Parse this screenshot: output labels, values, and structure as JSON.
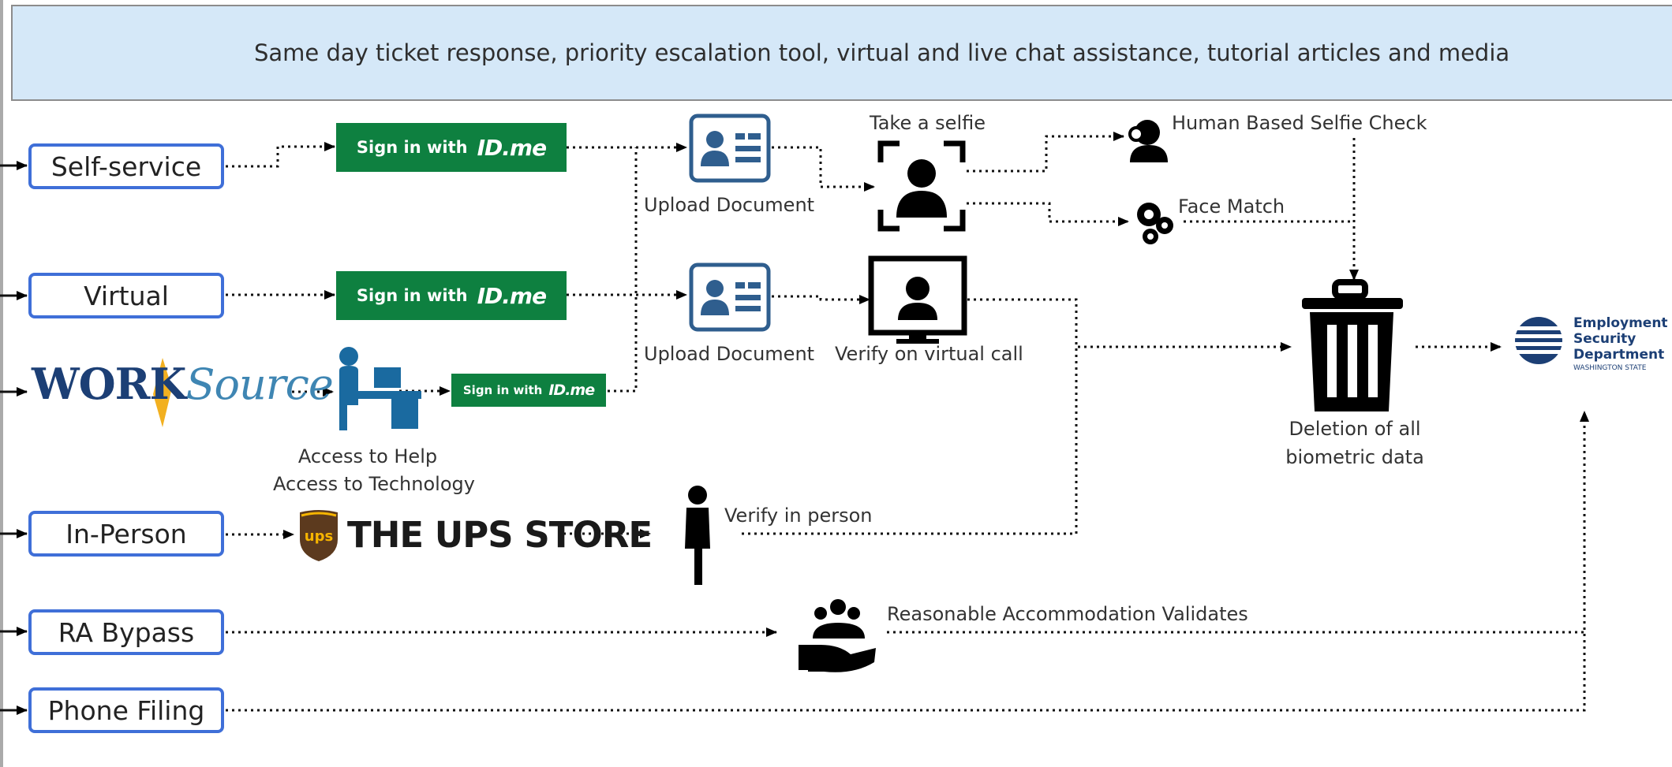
{
  "banner": {
    "text": "Same day ticket response, priority escalation tool, virtual and live chat assistance, tutorial articles and media"
  },
  "channels": {
    "self_service": "Self-service",
    "virtual": "Virtual",
    "in_person": "In-Person",
    "ra_bypass": "RA Bypass",
    "phone_filing": "Phone Filing"
  },
  "idme": {
    "prefix": "Sign in with",
    "brand": "ID.me"
  },
  "worksource": {
    "part1": "WORK",
    "part2": "Source"
  },
  "ups": {
    "text": "THE UPS STORE",
    "badge": "ups"
  },
  "labels": {
    "access_help": "Access to Help",
    "access_tech": "Access to Technology",
    "upload_doc_1": "Upload Document",
    "upload_doc_2": "Upload Document",
    "take_selfie": "Take a selfie",
    "verify_virtual": "Verify on virtual call",
    "human_selfie": "Human Based Selfie Check",
    "face_match": "Face Match",
    "verify_person": "Verify in person",
    "ra_validates": "Reasonable Accommodation Validates",
    "deletion_1": "Deletion of all",
    "deletion_2": "biometric data"
  },
  "esd": {
    "line1": "Employment",
    "line2": "Security",
    "line3": "Department",
    "line4": "WASHINGTON STATE"
  },
  "icons": [
    "id-card-icon",
    "selfie-frame-icon",
    "monitor-person-icon",
    "person-at-desk-icon",
    "standing-person-icon",
    "hand-with-people-icon",
    "human-inspector-icon",
    "gears-icon",
    "trash-can-icon",
    "ups-shield-icon",
    "esd-globe-icon"
  ],
  "colors": {
    "channel_border": "#3f6fd8",
    "idme_green": "#0e8040",
    "banner_bg": "#d5e8f8",
    "id_card_blue": "#2f5e8e",
    "ups_brown": "#5c3a1e",
    "ups_gold": "#f7b500",
    "worksource_navy": "#1c3f75",
    "esd_blue": "#1c3f75"
  }
}
